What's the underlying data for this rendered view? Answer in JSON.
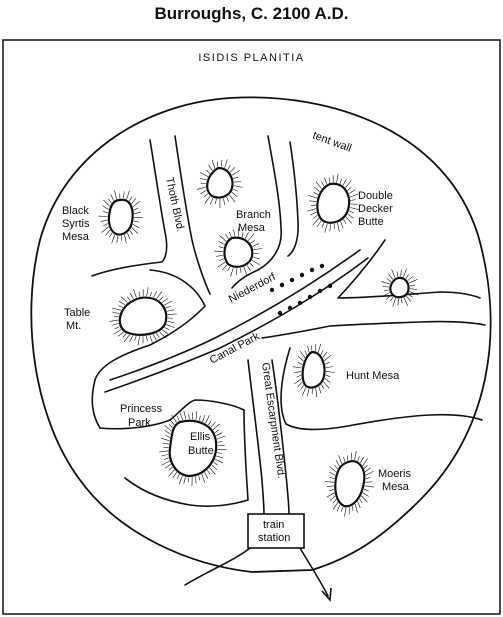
{
  "map": {
    "title": "Burroughs, C. 2100 A.D.",
    "subtitle": "ISIDIS PLANITIA",
    "labels": {
      "tent_wall": "tent wall",
      "thoth_blvd": "Thoth Blvd.",
      "branch_mesa": [
        "Branch",
        "Mesa"
      ],
      "double_decker_butte": [
        "Double",
        "Decker",
        "Butte"
      ],
      "black_syrtis_mesa": [
        "Black",
        "Syrtis",
        "Mesa"
      ],
      "table_mt": [
        "Table",
        "Mt."
      ],
      "niederdorf": "Niederdorf",
      "canal_park": "Canal Park",
      "hunt_mesa": "Hunt Mesa",
      "great_escarpment_blvd": "Great Escarpment Blvd.",
      "princess_park": [
        "Princess",
        "Park"
      ],
      "ellis_butte": [
        "Ellis",
        "Butte"
      ],
      "moeris_mesa": [
        "Moeris",
        "Mesa"
      ],
      "train_station": [
        "train",
        "station"
      ]
    }
  }
}
